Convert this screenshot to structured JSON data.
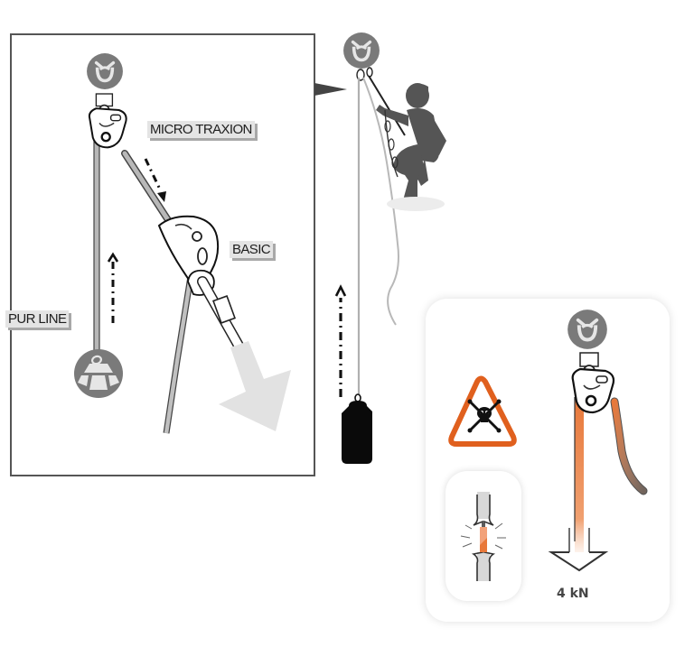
{
  "diagram": {
    "description": "Haul system with MICRO TRAXION and BASIC on a PUR LINE; warning of 4 kN load causing rope damage",
    "colors": {
      "frame": "#555555",
      "icon_gray": "#7a7a7a",
      "label_bg": "#e4e4e4",
      "label_shadow": "#a8a8a8",
      "warning_orange": "#e0601e",
      "rope_orange": "#e87a3c",
      "rope_gray": "#b8b8b8",
      "arrow_gray": "#e2e2e2"
    },
    "detail_panel": {
      "labels": {
        "micro_traxion": "MICRO TRAXION",
        "basic": "BASIC",
        "pur_line": "PUR LINE"
      },
      "icons": [
        "anchor-icon",
        "micro-traxion-pulley",
        "basic-ascender",
        "weight-anchor-icon",
        "pull-direction-arrow",
        "rope-movement-arrow"
      ]
    },
    "scene": {
      "icons": [
        "anchor-icon",
        "climber-silhouette",
        "haul-bag",
        "lift-direction-arrow"
      ]
    },
    "warning_panel": {
      "force_label": "4 kN",
      "icons": [
        "danger-skull-triangle-icon",
        "damaged-rope-icon",
        "anchor-icon",
        "micro-traxion-pulley",
        "force-arrow"
      ]
    }
  }
}
